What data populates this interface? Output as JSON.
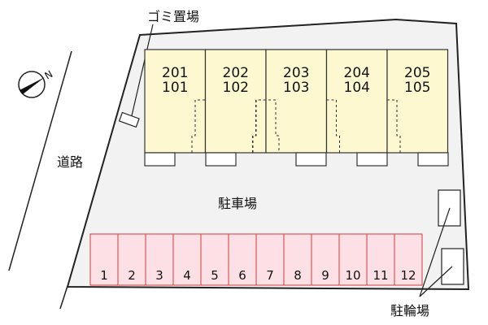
{
  "labels": {
    "garbage": "ゴミ置場",
    "road": "道路",
    "parking": "駐車場",
    "bicycle": "駐輪場",
    "compass": "N"
  },
  "units": [
    {
      "upper": "201",
      "lower": "101"
    },
    {
      "upper": "202",
      "lower": "102"
    },
    {
      "upper": "203",
      "lower": "103"
    },
    {
      "upper": "204",
      "lower": "104"
    },
    {
      "upper": "205",
      "lower": "105"
    }
  ],
  "parking_spaces": [
    "1",
    "2",
    "3",
    "4",
    "5",
    "6",
    "7",
    "8",
    "9",
    "10",
    "11",
    "12"
  ],
  "colors": {
    "site_fill": "#f2f2f2",
    "unit_fill": "#fdf8d0",
    "parking_fill": "#fde0e6",
    "parking_stroke": "#d23c3c",
    "line": "#222222"
  }
}
